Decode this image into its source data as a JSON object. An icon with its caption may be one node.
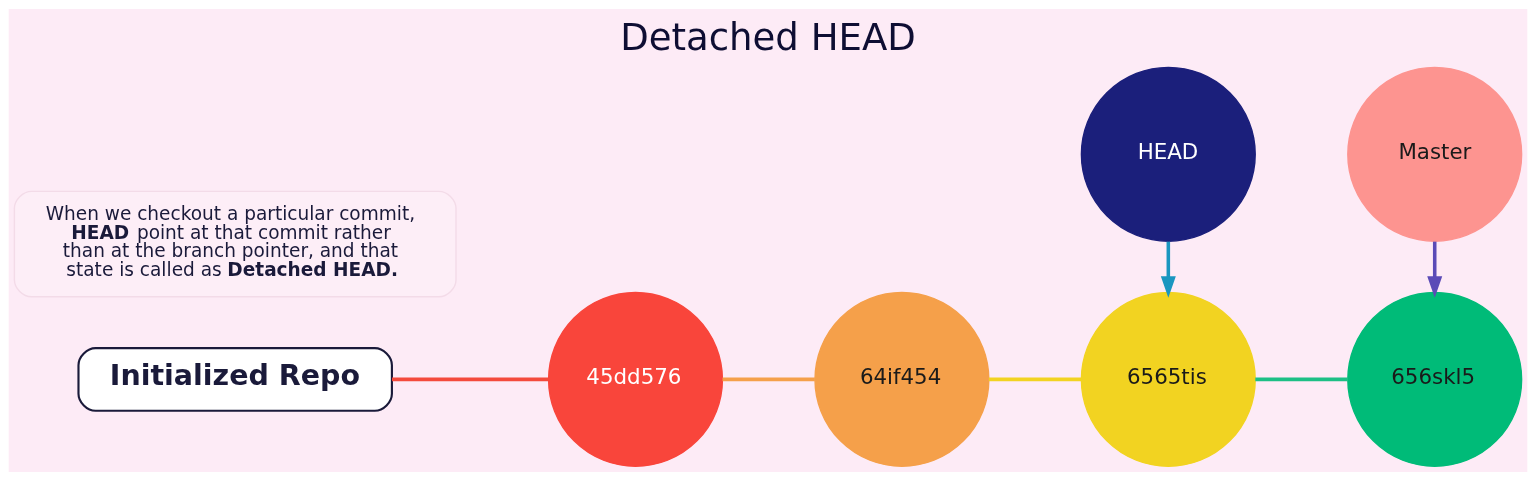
{
  "diagram": {
    "title": "Detached HEAD",
    "nodes": [
      {
        "text": [
          "When we checkout a particular commit, **HEAD** point at that commit rather than at the branch pointer, and that state is called as **Detached HEAD.**"
        ]
      },
      {
        "text": [
          "Initialized Repo"
        ]
      },
      {
        "text": [
          "45dd576"
        ]
      },
      {
        "text": [
          "64if454"
        ]
      },
      {
        "text": [
          "6565tis"
        ]
      },
      {
        "text": [
          "656skl5"
        ]
      },
      {
        "text": [
          "HEAD"
        ]
      },
      {
        "text": [
          "Master"
        ]
      }
    ],
    "edges": [
      {
        "from": 1,
        "to": 2,
        "arrow": "none",
        "color": "#f44a3c"
      },
      {
        "from": 2,
        "to": 3,
        "arrow": "none",
        "color": "#f5a04a"
      },
      {
        "from": 3,
        "to": 4,
        "arrow": "none",
        "color": "#f2d321"
      },
      {
        "from": 4,
        "to": 5,
        "arrow": "none",
        "color": "#1dbf85"
      },
      {
        "from": 6,
        "to": 4,
        "arrow": "to",
        "color": "#1a96c0"
      },
      {
        "from": 7,
        "to": 5,
        "arrow": "to",
        "color": "#5b4bb7"
      }
    ]
  }
}
